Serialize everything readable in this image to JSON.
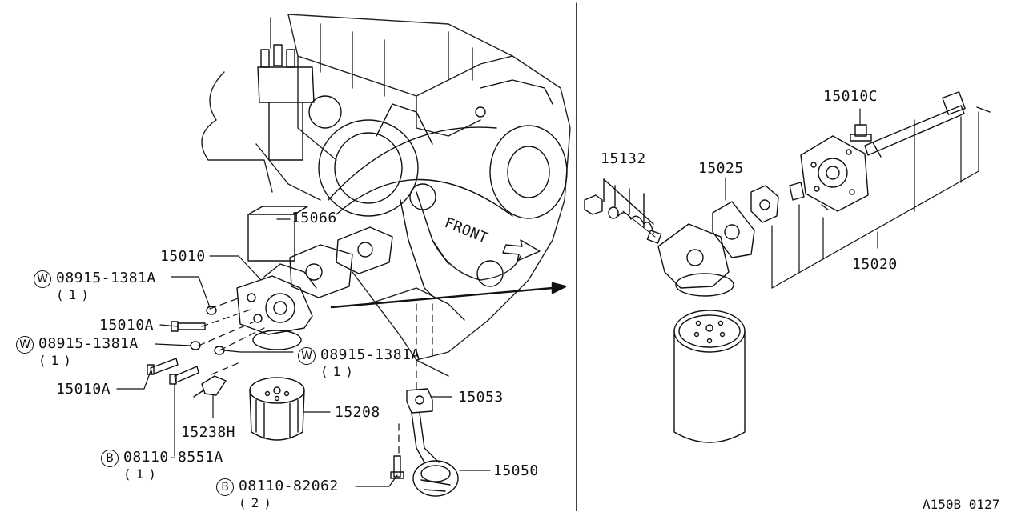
{
  "diagram": {
    "reference_code": "A150B 0127",
    "callouts": {
      "c15010": "15010",
      "c15066": "15066",
      "c15010A_top": "15010A",
      "c15010A_bottom": "15010A",
      "c15238H": "15238H",
      "c15208": "15208",
      "c15053": "15053",
      "c15050": "15050",
      "c15132": "15132",
      "c15025": "15025",
      "c15010C": "15010C",
      "c15020": "15020",
      "w_washer_1": "08915-1381A",
      "w_washer_2": "08915-1381A",
      "w_washer_3": "08915-1381A",
      "b_bolt_1": "08110-8551A",
      "b_bolt_2": "08110-82062"
    },
    "quantities": {
      "w_washer_1": "(1)",
      "w_washer_2": "(1)",
      "w_washer_3": "(1)",
      "b_bolt_1": "(1)",
      "b_bolt_2": "(2)"
    },
    "prefix_marks": {
      "washer": "W",
      "bolt": "B"
    },
    "direction_label": "FRONT"
  }
}
